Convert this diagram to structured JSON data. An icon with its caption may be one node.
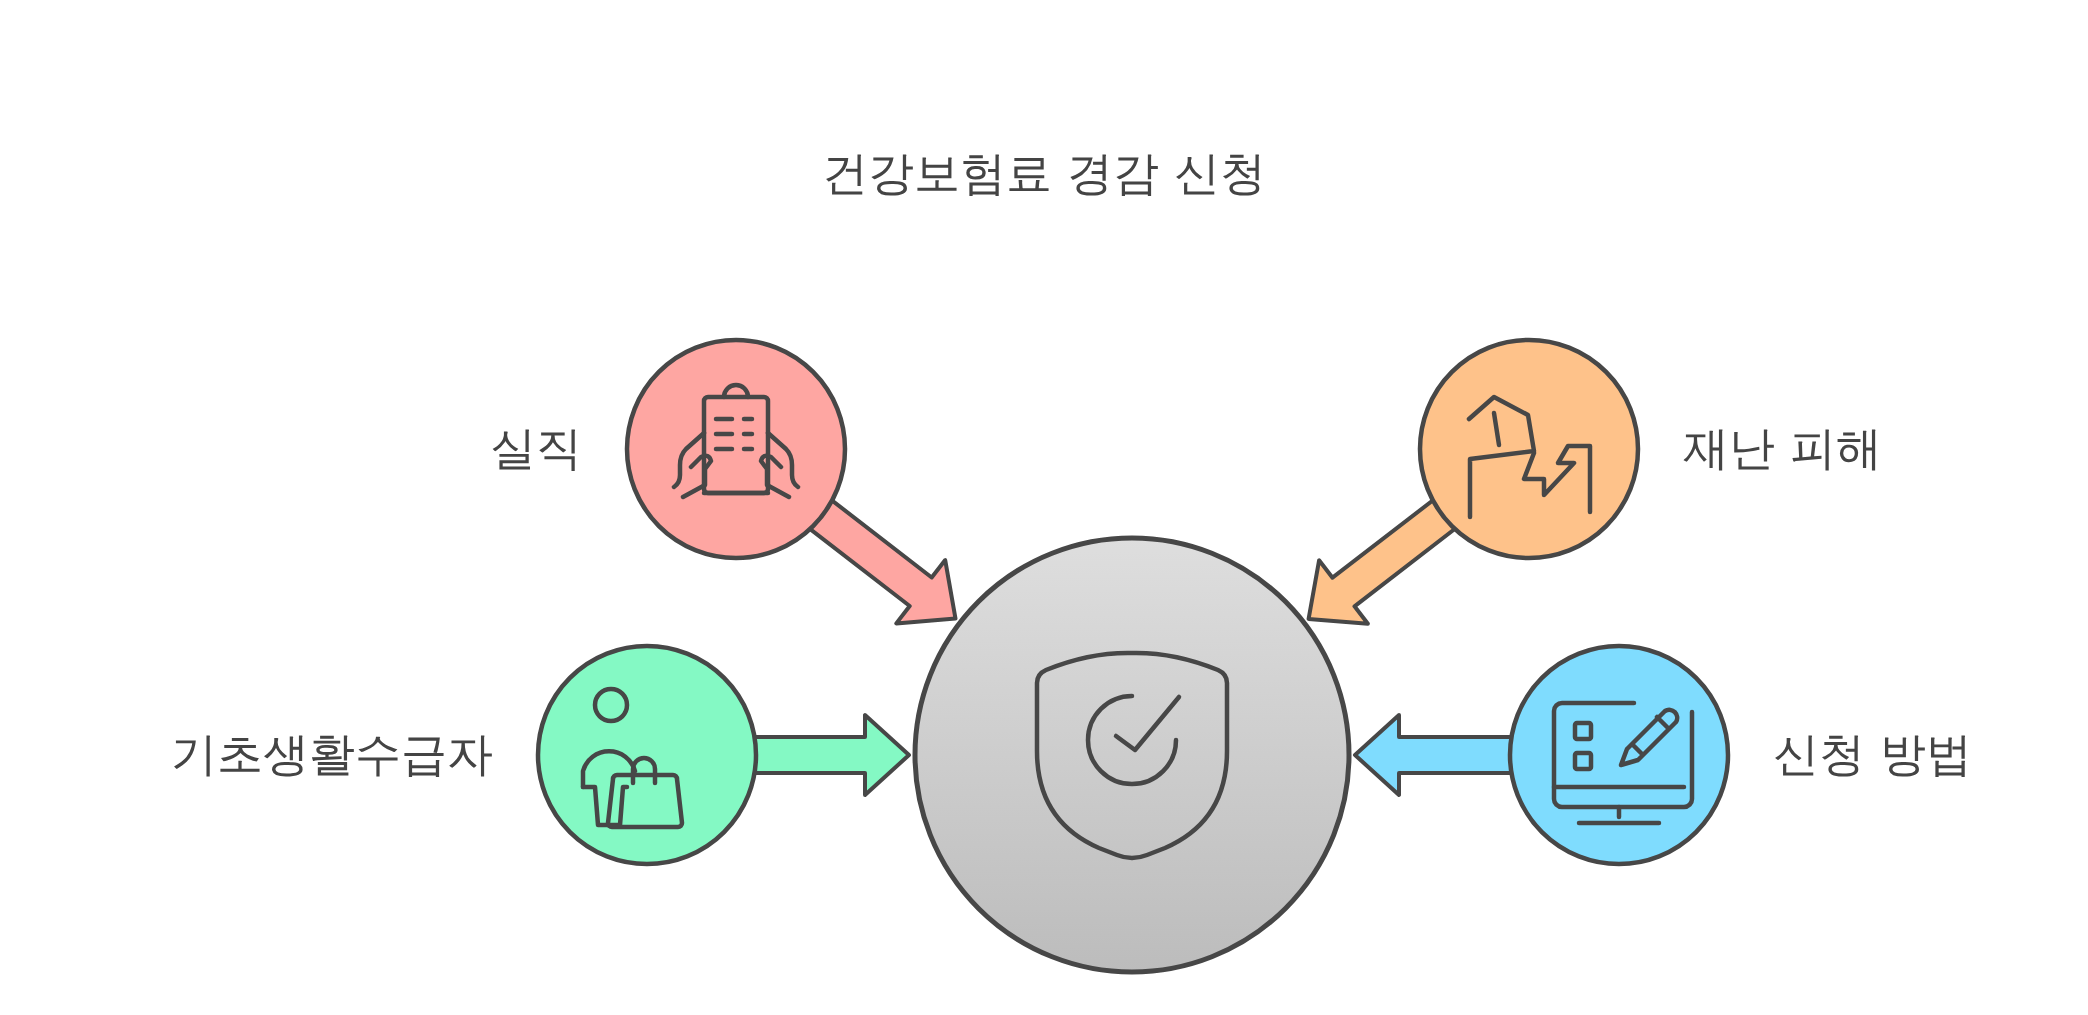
{
  "diagram": {
    "title": "건강보험료 경감 신청",
    "nodes": [
      {
        "text": [
          "실직"
        ]
      },
      {
        "text": [
          "재난 피해"
        ]
      },
      {
        "text": [
          "기초생활수급자"
        ]
      },
      {
        "text": [],
        "shape": "circle"
      },
      {
        "text": [
          "신청 방법"
        ]
      }
    ],
    "edges": [
      {
        "from": 0,
        "to": 3,
        "arrow": "to"
      },
      {
        "from": 1,
        "to": 3,
        "arrow": "to"
      },
      {
        "from": 2,
        "to": 3,
        "arrow": "to"
      },
      {
        "from": 4,
        "to": 3,
        "arrow": "to"
      }
    ]
  }
}
